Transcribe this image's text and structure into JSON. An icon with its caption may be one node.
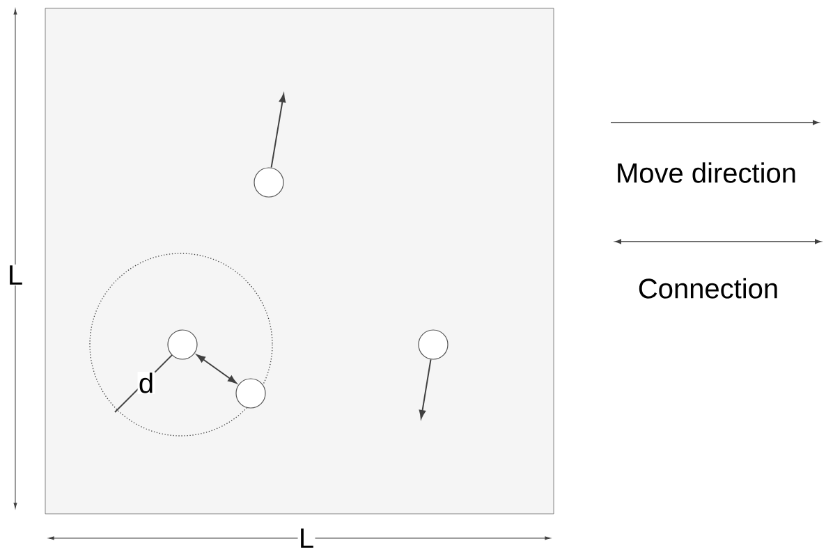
{
  "diagram": {
    "nodes": [
      {
        "text": [],
        "shape": "circle"
      },
      {
        "text": [],
        "shape": "circle"
      },
      {
        "text": [],
        "shape": "circle"
      },
      {
        "text": [],
        "shape": "circle"
      }
    ],
    "edges": [
      {
        "from": 0,
        "to": null,
        "arrow": "to"
      },
      {
        "from": 1,
        "to": 2,
        "arrow": "both"
      },
      {
        "from": 3,
        "to": null,
        "arrow": "to"
      }
    ],
    "labels": [
      "L",
      "L",
      "d"
    ],
    "legend": [
      {
        "text": "Move direction"
      },
      {
        "text": "Connection"
      }
    ]
  }
}
